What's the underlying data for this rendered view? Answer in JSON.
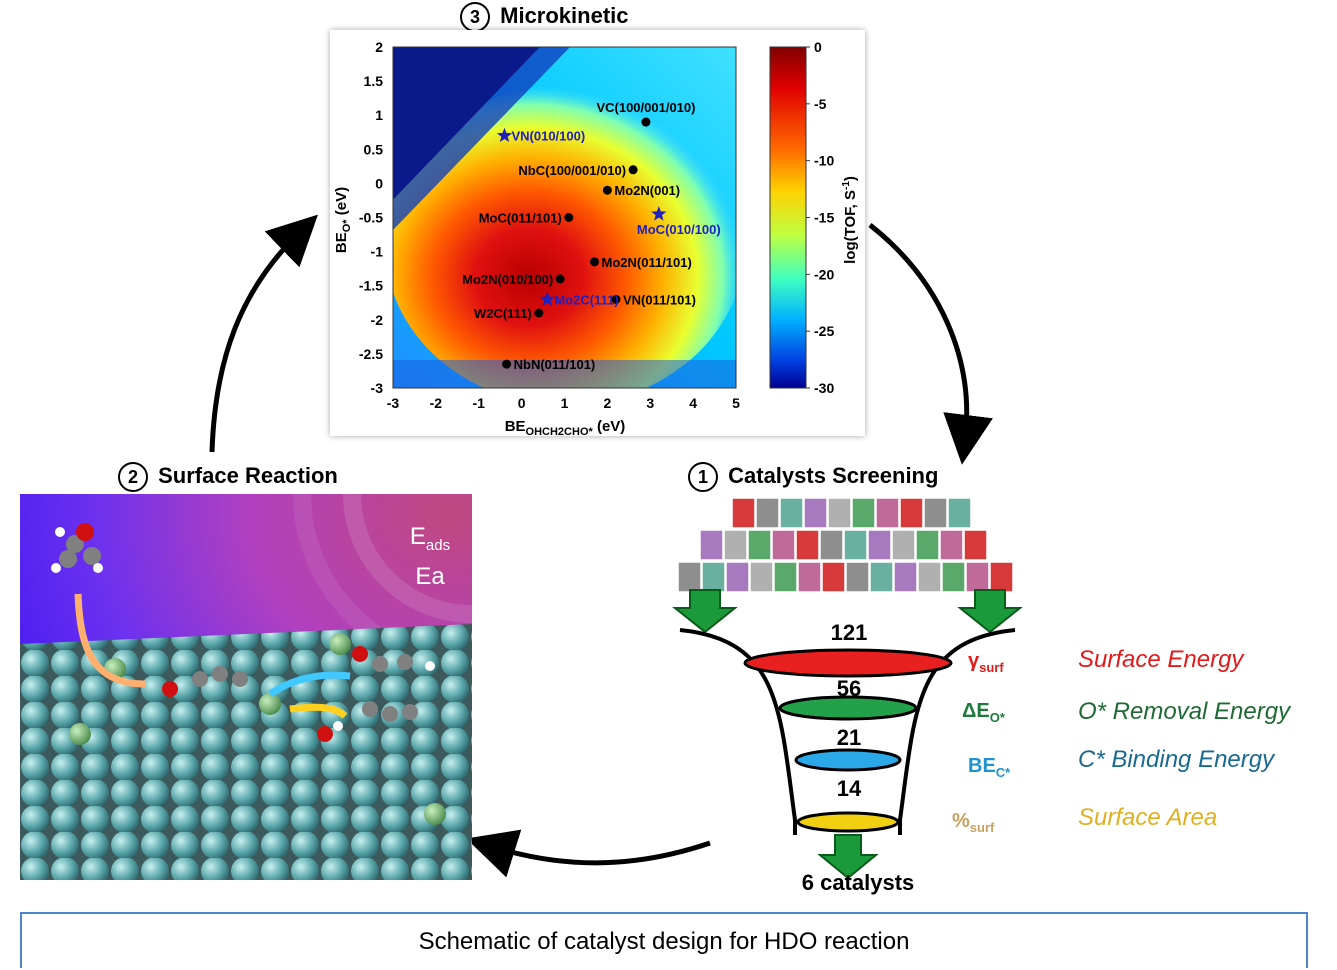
{
  "step3": {
    "number": "3",
    "title": "Microkinetic"
  },
  "step2": {
    "number": "2",
    "title": "Surface Reaction"
  },
  "step1": {
    "number": "1",
    "title": "Catalysts Screening"
  },
  "chart_data": {
    "type": "heatmap",
    "title": "",
    "xlabel": "BE_OHCH2CHO* (eV)",
    "ylabel": "BE_O* (eV)",
    "xlim": [
      -3,
      5
    ],
    "ylim": [
      -3,
      2
    ],
    "x_ticks": [
      "-3",
      "-2",
      "-1",
      "0",
      "1",
      "2",
      "3",
      "4",
      "5"
    ],
    "y_ticks": [
      "2",
      "1.5",
      "1",
      "0.5",
      "0",
      "-0.5",
      "-1",
      "-1.5",
      "-2",
      "-2.5",
      "-3"
    ],
    "colorbar": {
      "label": "log(TOF, S-1)",
      "range": [
        -30,
        0
      ],
      "ticks": [
        "0",
        "-5",
        "-10",
        "-15",
        "-20",
        "-25",
        "-30"
      ]
    },
    "points": [
      {
        "label": "VC(100/001/010)",
        "x": 2.9,
        "y": 0.9,
        "marker": "circle",
        "color": "#000000"
      },
      {
        "label": "VN(010/100)",
        "x": -0.4,
        "y": 0.7,
        "marker": "star",
        "color": "#2020c0"
      },
      {
        "label": "NbC(100/001/010)",
        "x": 2.6,
        "y": 0.2,
        "marker": "circle",
        "color": "#000000"
      },
      {
        "label": "Mo2N(001)",
        "x": 2.0,
        "y": -0.1,
        "marker": "circle",
        "color": "#000000"
      },
      {
        "label": "MoC(011/101)",
        "x": 1.1,
        "y": -0.5,
        "marker": "circle",
        "color": "#000000"
      },
      {
        "label": "MoC(010/100)",
        "x": 3.2,
        "y": -0.45,
        "marker": "star",
        "color": "#2020c0"
      },
      {
        "label": "Mo2N(011/101)",
        "x": 1.7,
        "y": -1.15,
        "marker": "circle",
        "color": "#000000"
      },
      {
        "label": "Mo2N(010/100)",
        "x": 0.9,
        "y": -1.4,
        "marker": "circle",
        "color": "#000000"
      },
      {
        "label": "VN(011/101)",
        "x": 2.2,
        "y": -1.7,
        "marker": "circle",
        "color": "#000000"
      },
      {
        "label": "Mo2C(111)",
        "x": 0.6,
        "y": -1.7,
        "marker": "star",
        "color": "#2020c0"
      },
      {
        "label": "W2C(111)",
        "x": 0.4,
        "y": -1.9,
        "marker": "circle",
        "color": "#000000"
      },
      {
        "label": "NbN(011/101)",
        "x": -0.35,
        "y": -2.65,
        "marker": "circle",
        "color": "#000000"
      }
    ]
  },
  "surface": {
    "eads_label": "E",
    "eads_sub": "ads",
    "ea_label": "Ea"
  },
  "funnel": {
    "stages": [
      {
        "count": "121",
        "symbol": "γ",
        "symbol_sub": "surf",
        "label": "Surface Energy",
        "color": "#e31a1a"
      },
      {
        "count": "56",
        "symbol": "ΔE",
        "symbol_sub": "O*",
        "label": "O* Removal Energy",
        "color": "#1e7a3c"
      },
      {
        "count": "21",
        "symbol": "BE",
        "symbol_sub": "C*",
        "label": "C* Binding Energy",
        "color": "#1f93d0"
      },
      {
        "count": "14",
        "symbol": "%",
        "symbol_sub": "surf",
        "label": "Surface Area",
        "color": "#e0b020"
      }
    ],
    "result": "6 catalysts"
  },
  "caption": "Schematic of catalyst design for HDO reaction"
}
